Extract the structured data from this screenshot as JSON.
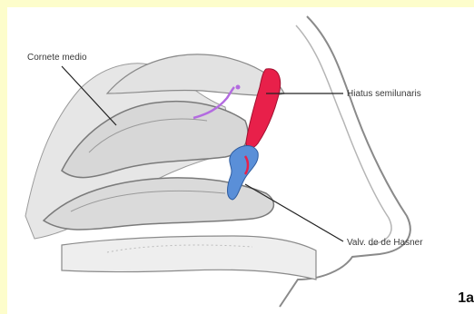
{
  "labels": {
    "cornete": "Cornete medio",
    "hiatus": "Hiatus semilunaris",
    "valvula": "Valv. de de Hasner"
  },
  "figure_number": "1a",
  "colors": {
    "frame": "#fdfdcb",
    "hiatus_red": "#e8204a",
    "valve_blue": "#5a8fd8",
    "purple_mark": "#b36be0",
    "tissue_shade": "#cfcfcf"
  }
}
